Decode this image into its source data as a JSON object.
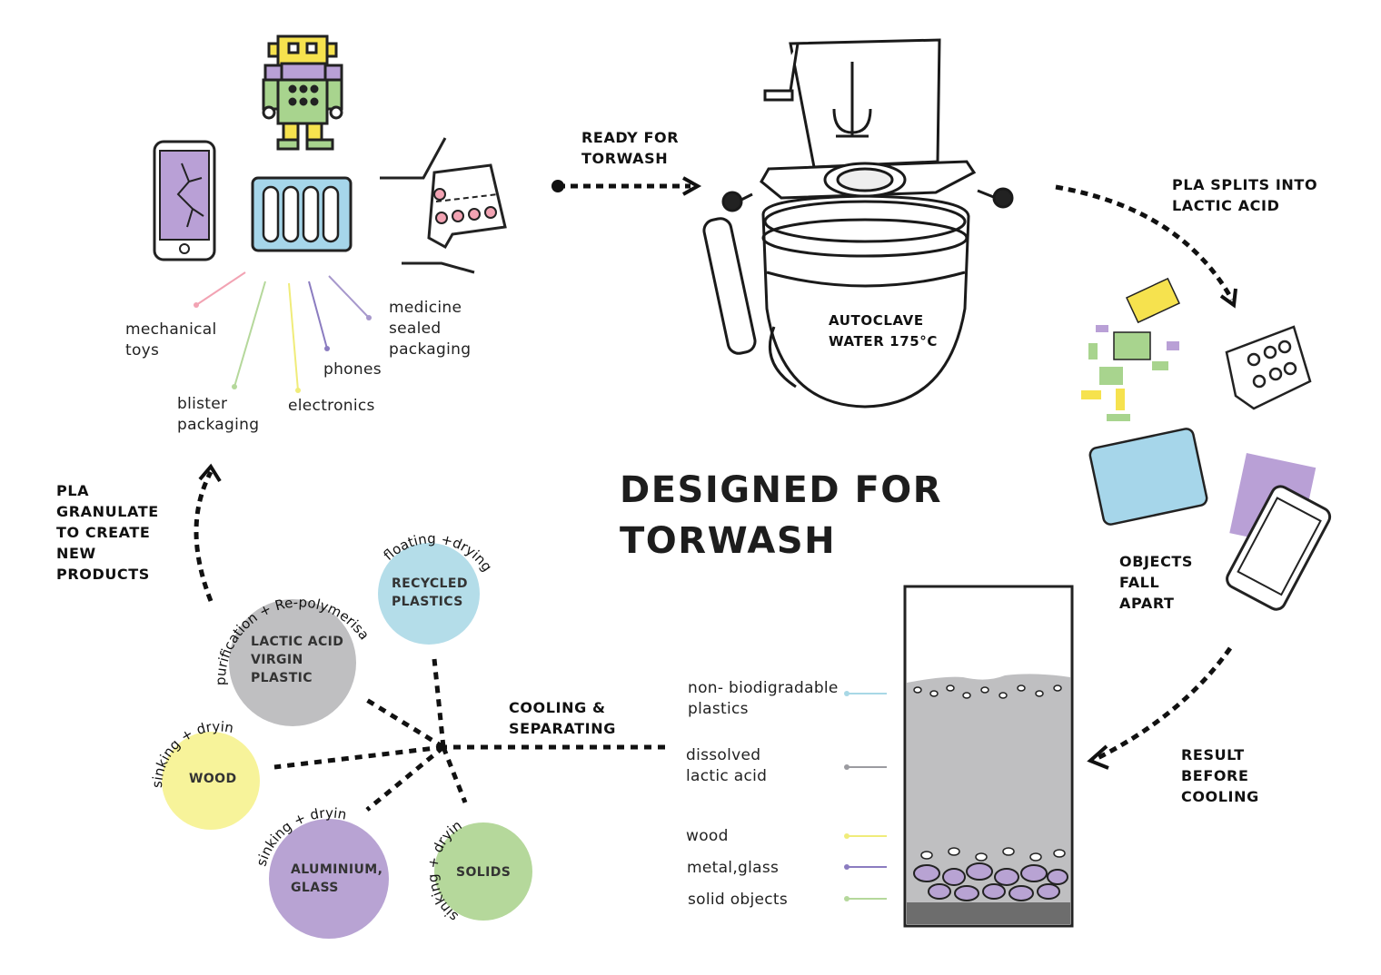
{
  "title": "DESIGNED FOR\nTORWASH",
  "steps": {
    "ready": "READY FOR\nTORWASH",
    "splits": "PLA SPLITS INTO\nLACTIC ACID",
    "fall_apart": "OBJECTS\nFALL\nAPART",
    "result": "RESULT\nBEFORE\nCOOLING",
    "cooling": "COOLING &\nSEPARATING",
    "granulate": "PLA\nGRANULATE\nTO CREATE\nNEW\nPRODUCTS"
  },
  "autoclave": {
    "label": "AUTOCLAVE\nWATER 175°C"
  },
  "products": {
    "mechanical_toys": "mechanical\ntoys",
    "blister": "blister\npackaging",
    "electronics": "electronics",
    "phones": "phones",
    "medicine": "medicine\nsealed\npackaging"
  },
  "layers": {
    "plastics": "non- biodigradable\nplastics",
    "lactic": "dissolved\nlactic acid",
    "wood": "wood",
    "metal": "metal,glass",
    "solid": "solid objects"
  },
  "circles": {
    "recycled": {
      "label": "RECYCLED\nPLASTICS",
      "arc": "floating +drying"
    },
    "lactic": {
      "label": "LACTIC ACID\nVIRGIN\nPLASTIC",
      "arc": "purification + Re-polymerisation"
    },
    "wood": {
      "label": "WOOD",
      "arc": "sinking + drying"
    },
    "aluminium": {
      "label": "ALUMINIUM,\nGLASS",
      "arc": "sinking + drying"
    },
    "solids": {
      "label": "SOLIDS",
      "arc": "sinking + drying"
    }
  },
  "colors": {
    "pink": "#f2a3b3",
    "green": "#b5d89b",
    "yellow": "#f7f39a",
    "purple": "#b8a3d3",
    "blue": "#b4dde9",
    "grey": "#bfbfc1",
    "lightblue": "#a8d8e6"
  }
}
